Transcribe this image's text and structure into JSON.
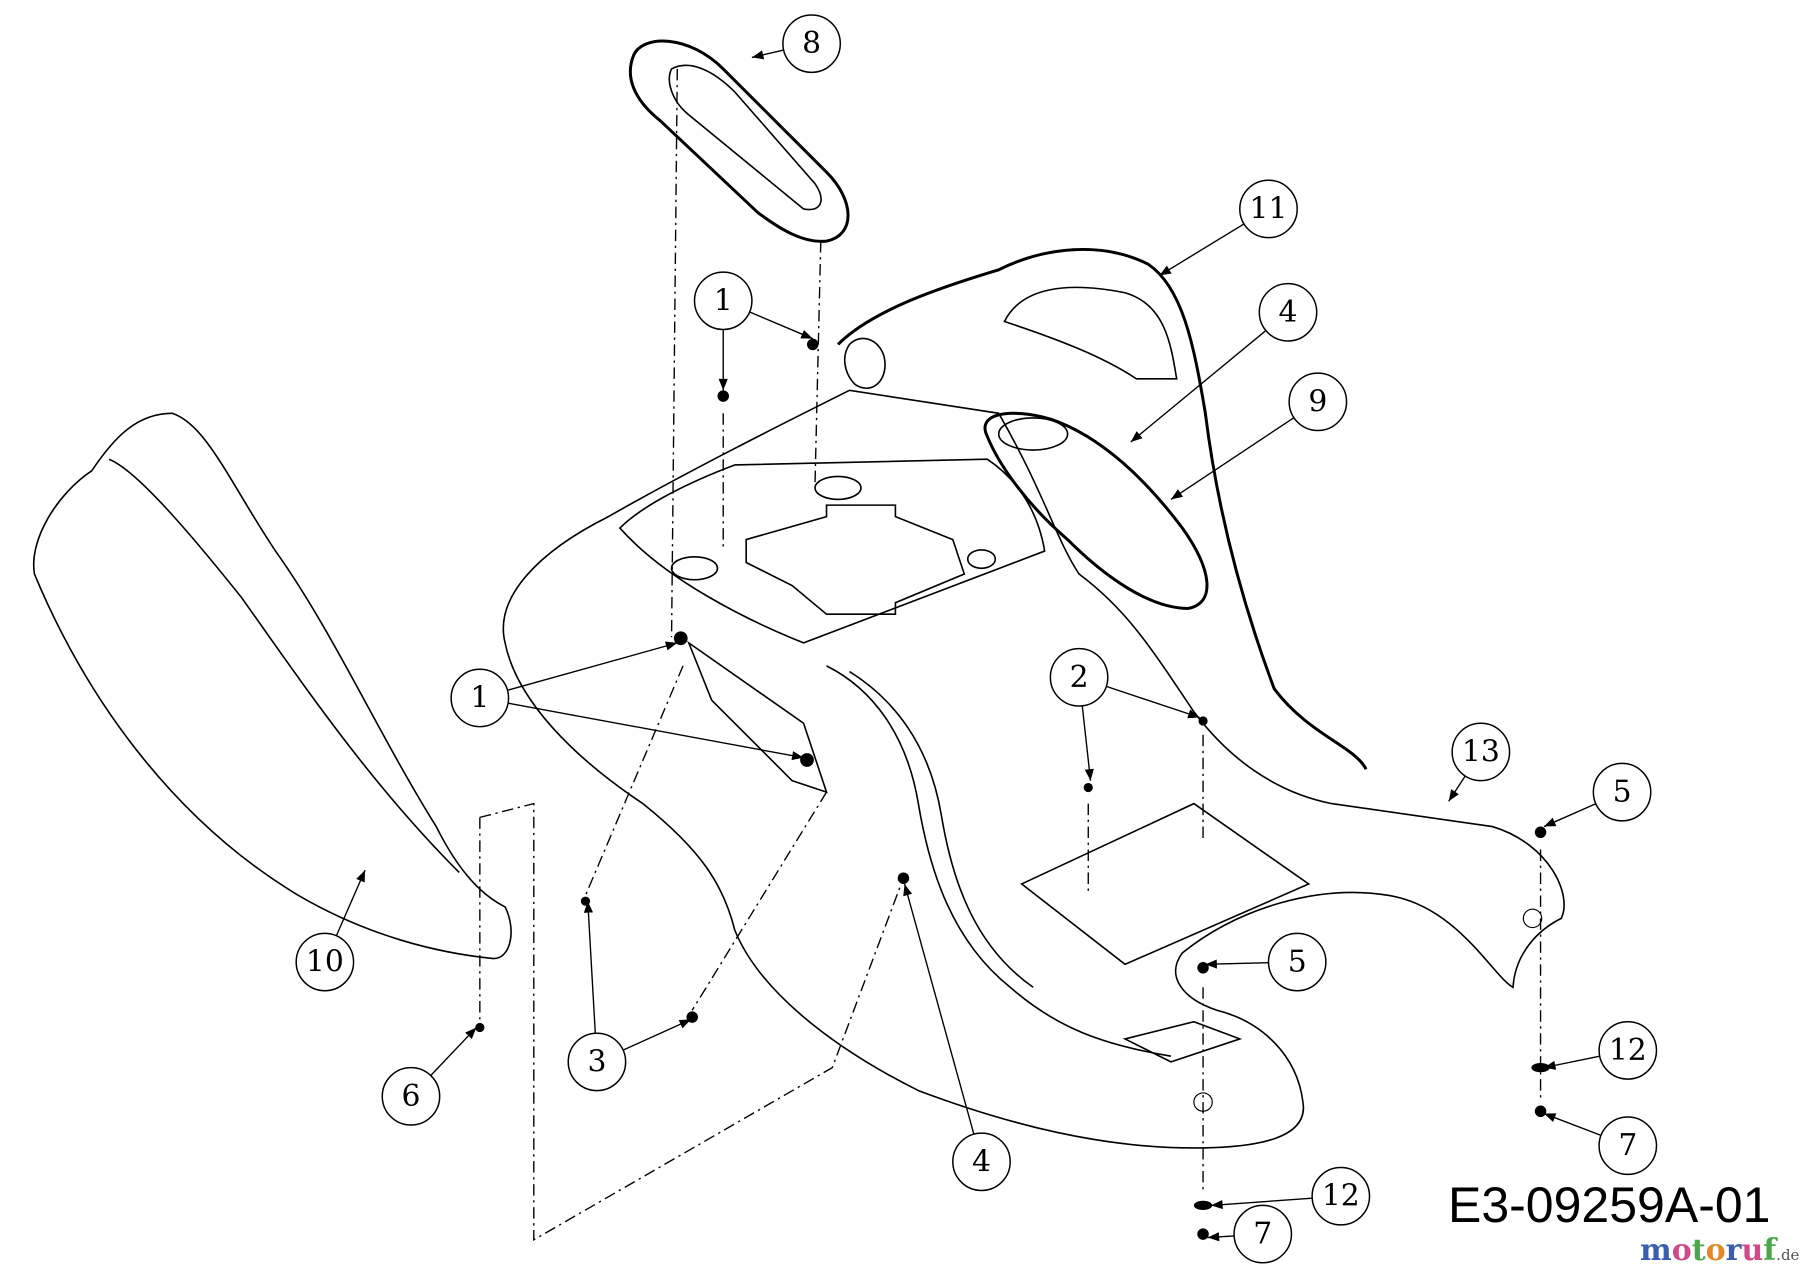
{
  "diagram": {
    "drawing_number": "E3-09259A-01",
    "watermark": {
      "main": "motoruf",
      "suffix": ".de",
      "colors": [
        "#3a5fb0",
        "#d04a8a",
        "#4aa84a",
        "#e08a2a"
      ]
    },
    "callouts": [
      "8",
      "11",
      "4",
      "9",
      "1",
      "1",
      "2",
      "13",
      "5",
      "5",
      "10",
      "3",
      "6",
      "4",
      "12",
      "7",
      "12",
      "7"
    ]
  }
}
